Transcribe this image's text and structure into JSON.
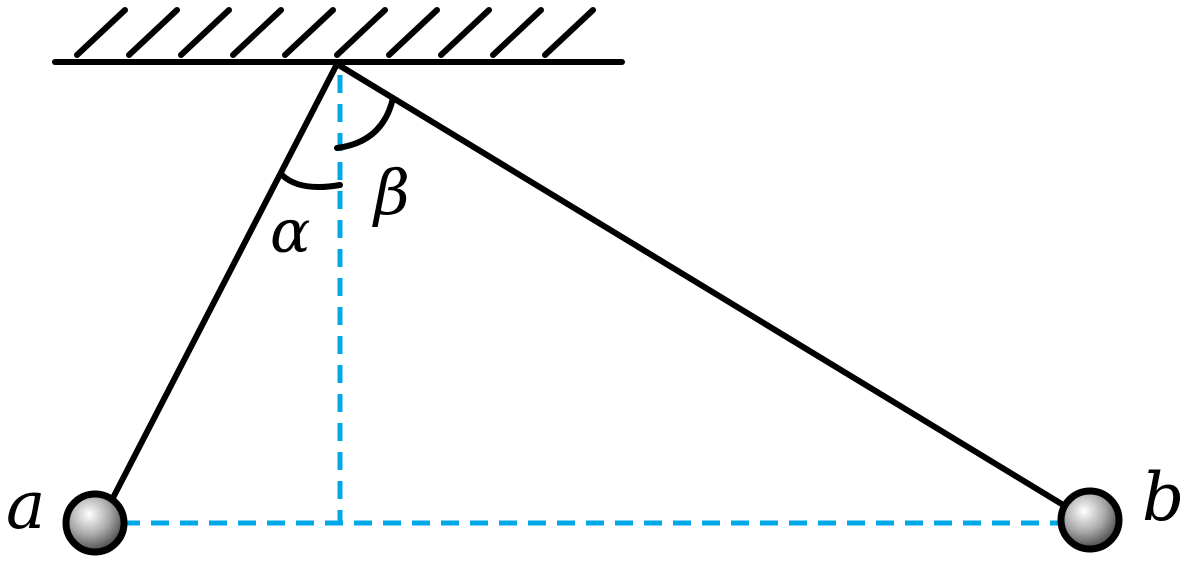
{
  "labels": {
    "ball_a": "a",
    "ball_b": "b",
    "angle_alpha": "α",
    "angle_beta": "β"
  },
  "colors": {
    "line": "#000000",
    "guide": "#00a8e8",
    "ball_light": "#ffffff",
    "ball_dark": "#5a5a5a"
  }
}
